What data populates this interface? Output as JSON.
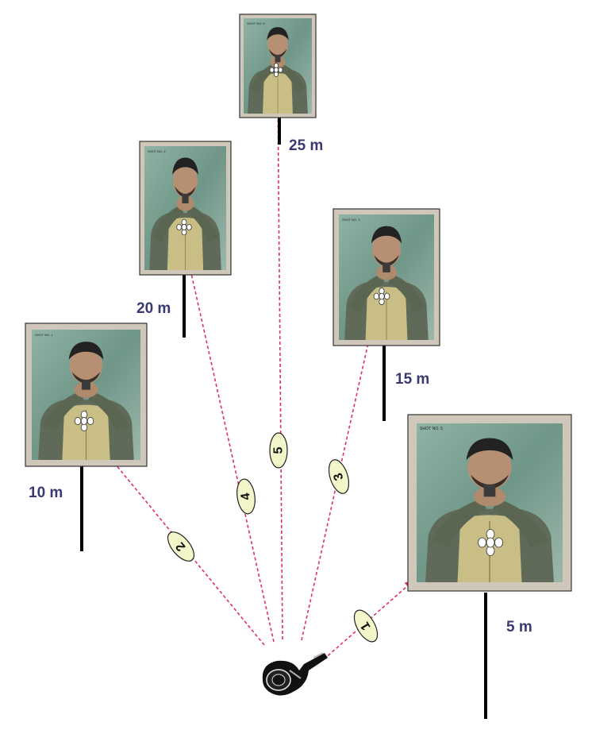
{
  "targets": [
    {
      "id": 1,
      "distance_label": "5 m",
      "plate_text": "SHOT NO. 5",
      "hits": 5
    },
    {
      "id": 2,
      "distance_label": "10 m",
      "plate_text": "SHOT NO. 1",
      "hits": 5
    },
    {
      "id": 3,
      "distance_label": "15 m",
      "plate_text": "SHOT NO. 3",
      "hits": 5
    },
    {
      "id": 4,
      "distance_label": "20 m",
      "plate_text": "SHOT NO. 4",
      "hits": 5
    },
    {
      "id": 5,
      "distance_label": "25 m",
      "plate_text": "SHOT NO. 5",
      "hits": 5
    }
  ],
  "paths": [
    {
      "label": "1",
      "target": 1
    },
    {
      "label": "2",
      "target": 2
    },
    {
      "label": "3",
      "target": 3
    },
    {
      "label": "4",
      "target": 4
    },
    {
      "label": "5",
      "target": 5
    }
  ],
  "colors": {
    "path_line": "#e0306a",
    "oval_fill": "#f2f6c8",
    "frame": "#cfc8ba",
    "photo_bg": "#7fa294",
    "distance_text": "#3a3a72",
    "post": "#000000"
  },
  "icons": {
    "shooter": "handgun-shooter-icon"
  }
}
